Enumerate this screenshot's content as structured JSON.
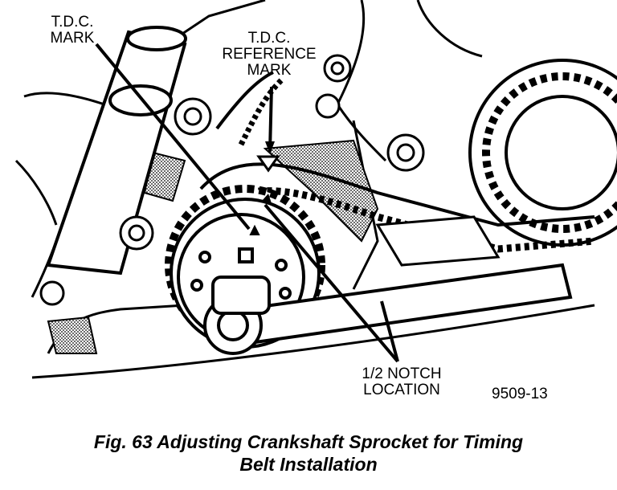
{
  "labels": {
    "tdc_mark": [
      "T.D.C.",
      "MARK"
    ],
    "tdc_reference_mark": [
      "T.D.C.",
      "REFERENCE",
      "MARK"
    ],
    "half_notch_location": [
      "1/2 NOTCH",
      "LOCATION"
    ],
    "figure_code": "9509-13"
  },
  "caption": [
    "Fig. 63 Adjusting Crankshaft Sprocket for Timing",
    "Belt Installation"
  ]
}
